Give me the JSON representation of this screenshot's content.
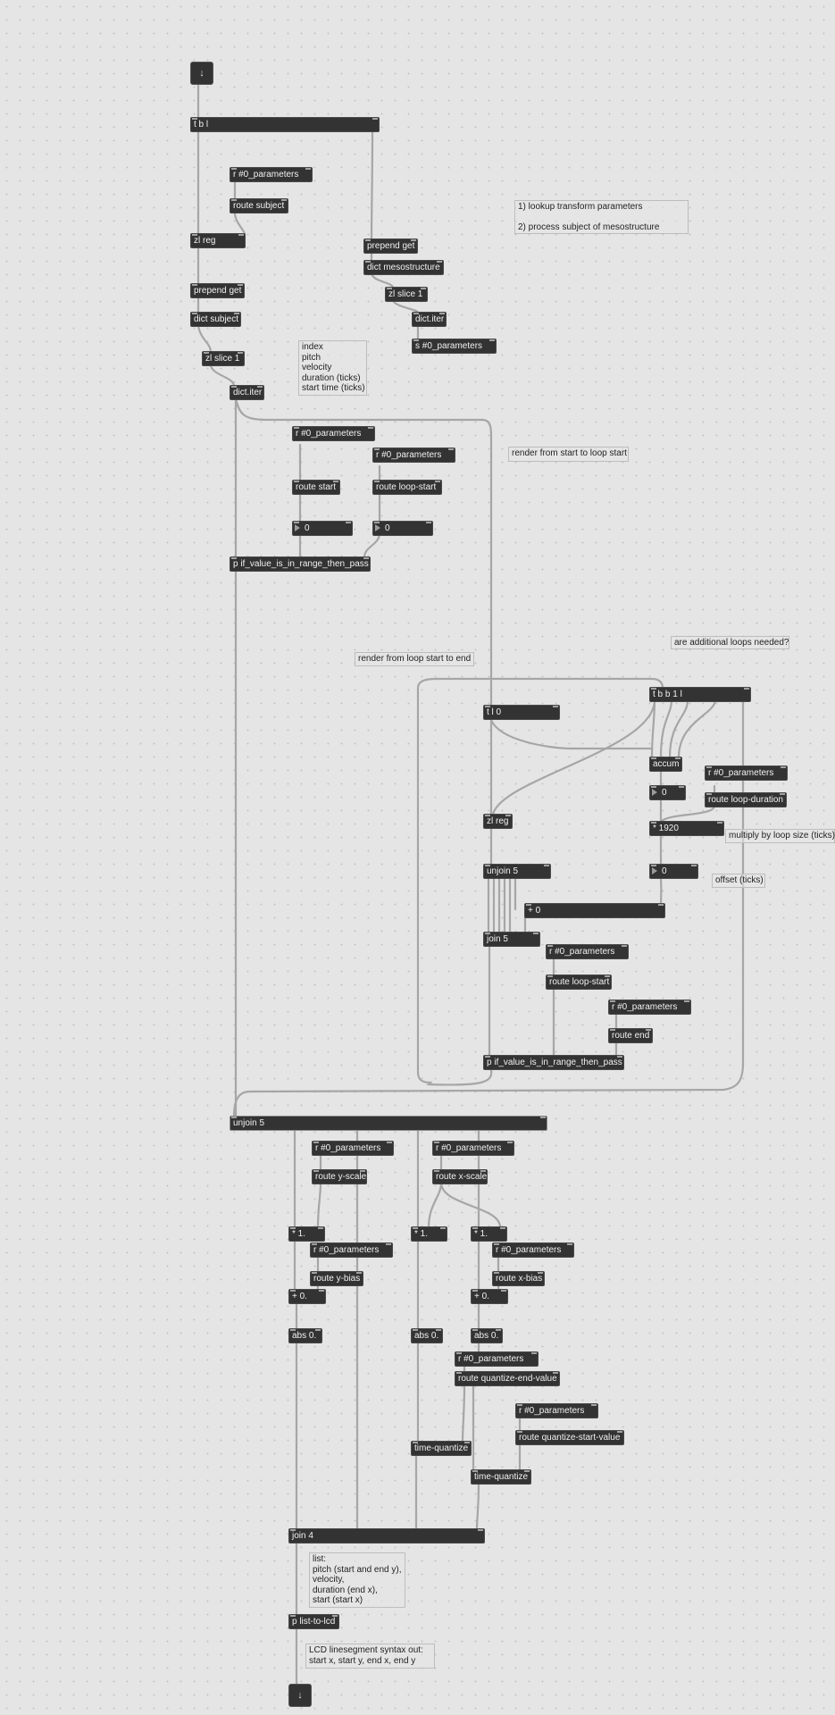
{
  "objects": {
    "inlet_arrow": "↓",
    "outlet_arrow": "↓",
    "t_b_l": "t b l",
    "r_params_a": "r #0_parameters",
    "route_subject": "route subject",
    "zl_reg_1": "zl reg",
    "prepend_get_1": "prepend get",
    "dict_subject": "dict subject",
    "zl_slice_1a": "zl slice 1",
    "dict_iter_1": "dict.iter",
    "prepend_get_2": "prepend get",
    "dict_meso": "dict mesostructure",
    "zl_slice_1b": "zl slice 1",
    "dict_iter_2": "dict.iter",
    "s_params": "s #0_parameters",
    "r_params_b": "r #0_parameters",
    "route_start": "route start",
    "num_start": "0",
    "r_params_c": "r #0_parameters",
    "route_loop_start_1": "route loop-start",
    "num_loop_start": "0",
    "p_range_1": "p if_value_is_in_range_then_pass",
    "t_b_b_1_l": "t b b 1 l",
    "t_l_0": "t l 0",
    "accum": "accum",
    "num_accum": "0",
    "r_params_d": "r #0_parameters",
    "route_loop_duration": "route loop-duration",
    "mul_1920": "* 1920",
    "num_offset": "0",
    "zl_reg_2": "zl reg",
    "unjoin_5_a": "unjoin 5",
    "plus_0_a": "+ 0",
    "join_5": "join 5",
    "r_params_e": "r #0_parameters",
    "route_loop_start_2": "route loop-start",
    "r_params_f": "r #0_parameters",
    "route_end": "route end",
    "p_range_2": "p if_value_is_in_range_then_pass",
    "unjoin_5_b": "unjoin 5",
    "r_params_g": "r #0_parameters",
    "route_y_scale": "route y-scale",
    "r_params_h": "r #0_parameters",
    "route_x_scale": "route x-scale",
    "mul_1_a": "* 1.",
    "mul_1_b": "* 1.",
    "mul_1_c": "* 1.",
    "r_params_i": "r #0_parameters",
    "route_y_bias": "route y-bias",
    "r_params_j": "r #0_parameters",
    "route_x_bias": "route x-bias",
    "plus_0_b": "+ 0.",
    "plus_0_c": "+ 0.",
    "abs_a": "abs 0.",
    "abs_b": "abs 0.",
    "abs_c": "abs 0.",
    "r_params_k": "r #0_parameters",
    "route_q_end": "route quantize-end-value",
    "r_params_l": "r #0_parameters",
    "route_q_start": "route quantize-start-value",
    "time_q_a": "time-quantize",
    "time_q_b": "time-quantize",
    "join_4": "join 4",
    "p_list_to_lcd": "p list-to-lcd"
  },
  "comments": {
    "steps": "1) lookup transform parameters\n\n2) process subject of mesostructure",
    "fields": "index\npitch\nvelocity\nduration (ticks)\nstart time (ticks)",
    "render_start": "render from start to loop start",
    "render_loop": "render from loop start to end",
    "additional_loops": "are additional loops needed?",
    "multiply": "multiply by loop size (ticks)",
    "offset": "offset (ticks)",
    "list": "list:\npitch (start and end y),\nvelocity,\nduration (end x),\nstart (start x)",
    "lcd_out": "LCD linesegment syntax out:\nstart x, start y, end x, end y"
  },
  "colors": {
    "canvas": "#e5e5e5",
    "object": "#333333",
    "object_text": "#f2f2f2",
    "cord": "#a6a6a6"
  }
}
